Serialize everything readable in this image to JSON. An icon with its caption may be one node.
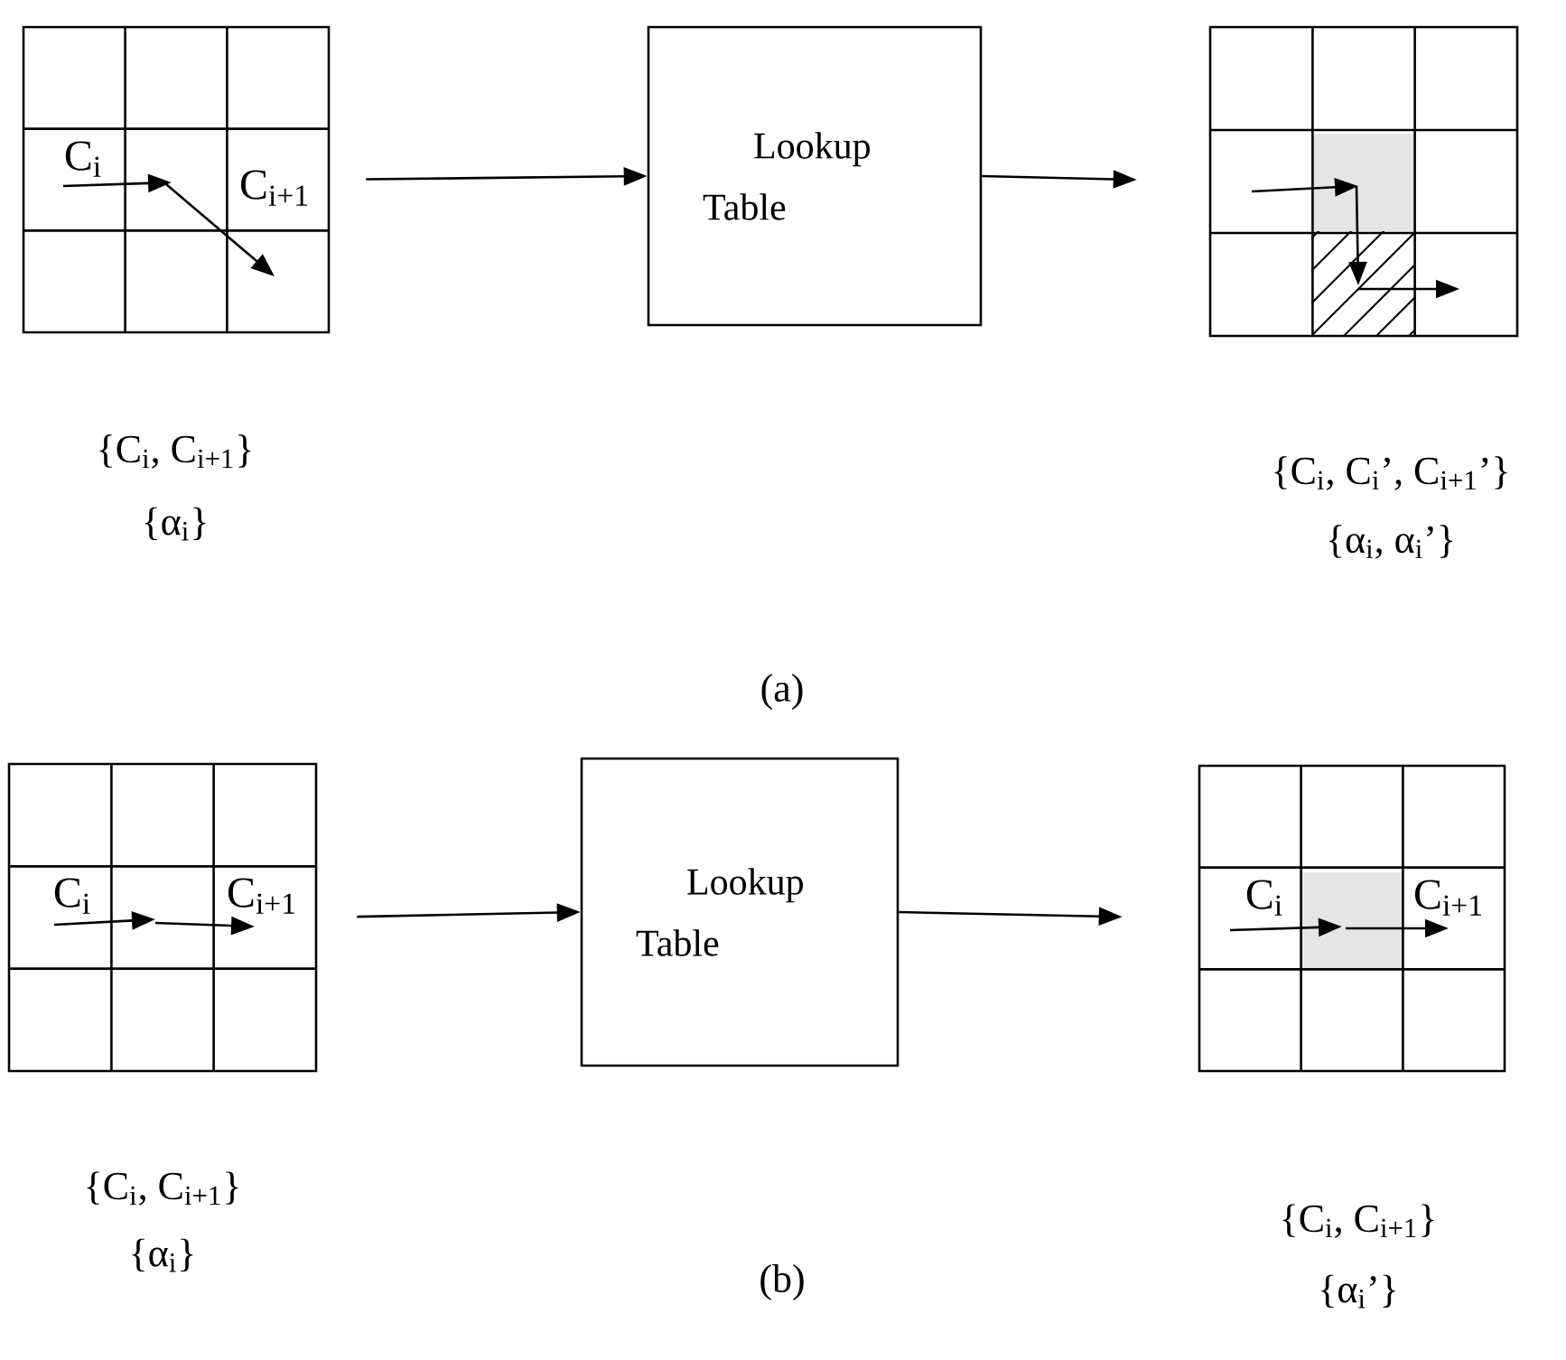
{
  "diagram": {
    "nodes": [
      {
        "text": [
          "C$_{i}$",
          "C$_{i+1}$"
        ],
        "beside": [
          "{C$_{i}$, C$_{i+1}$}",
          "{α$_{i}$}"
        ]
      },
      {
        "text": [
          "Lookup Table"
        ]
      },
      {
        "text": [],
        "shape": "box",
        "beside": [
          "{C$_{i}$, C$_{i}$’, C$_{i+1}$’}",
          "{α$_{i}$, α$_{i}$’}"
        ]
      },
      {
        "text": [
          "C$_{i}$",
          "C$_{i+1}$"
        ],
        "beside": [
          "{C$_{i}$, C$_{i+1}$}",
          "{α$_{i}$}"
        ]
      },
      {
        "text": [
          "Lookup Table"
        ]
      },
      {
        "text": [
          "C$_{i}$",
          "C$_{i+1}$"
        ],
        "beside": [
          "{C$_{i}$, C$_{i+1}$}",
          "{α$_{i}$’}"
        ]
      }
    ],
    "edges": [
      {
        "from": 0,
        "to": 1,
        "arrow": "to"
      },
      {
        "from": 1,
        "to": 2,
        "arrow": "to"
      },
      {
        "from": 3,
        "to": 4,
        "arrow": "to"
      },
      {
        "from": 4,
        "to": 5,
        "arrow": "to"
      }
    ],
    "labels": [
      "(a)",
      "(b)"
    ]
  }
}
